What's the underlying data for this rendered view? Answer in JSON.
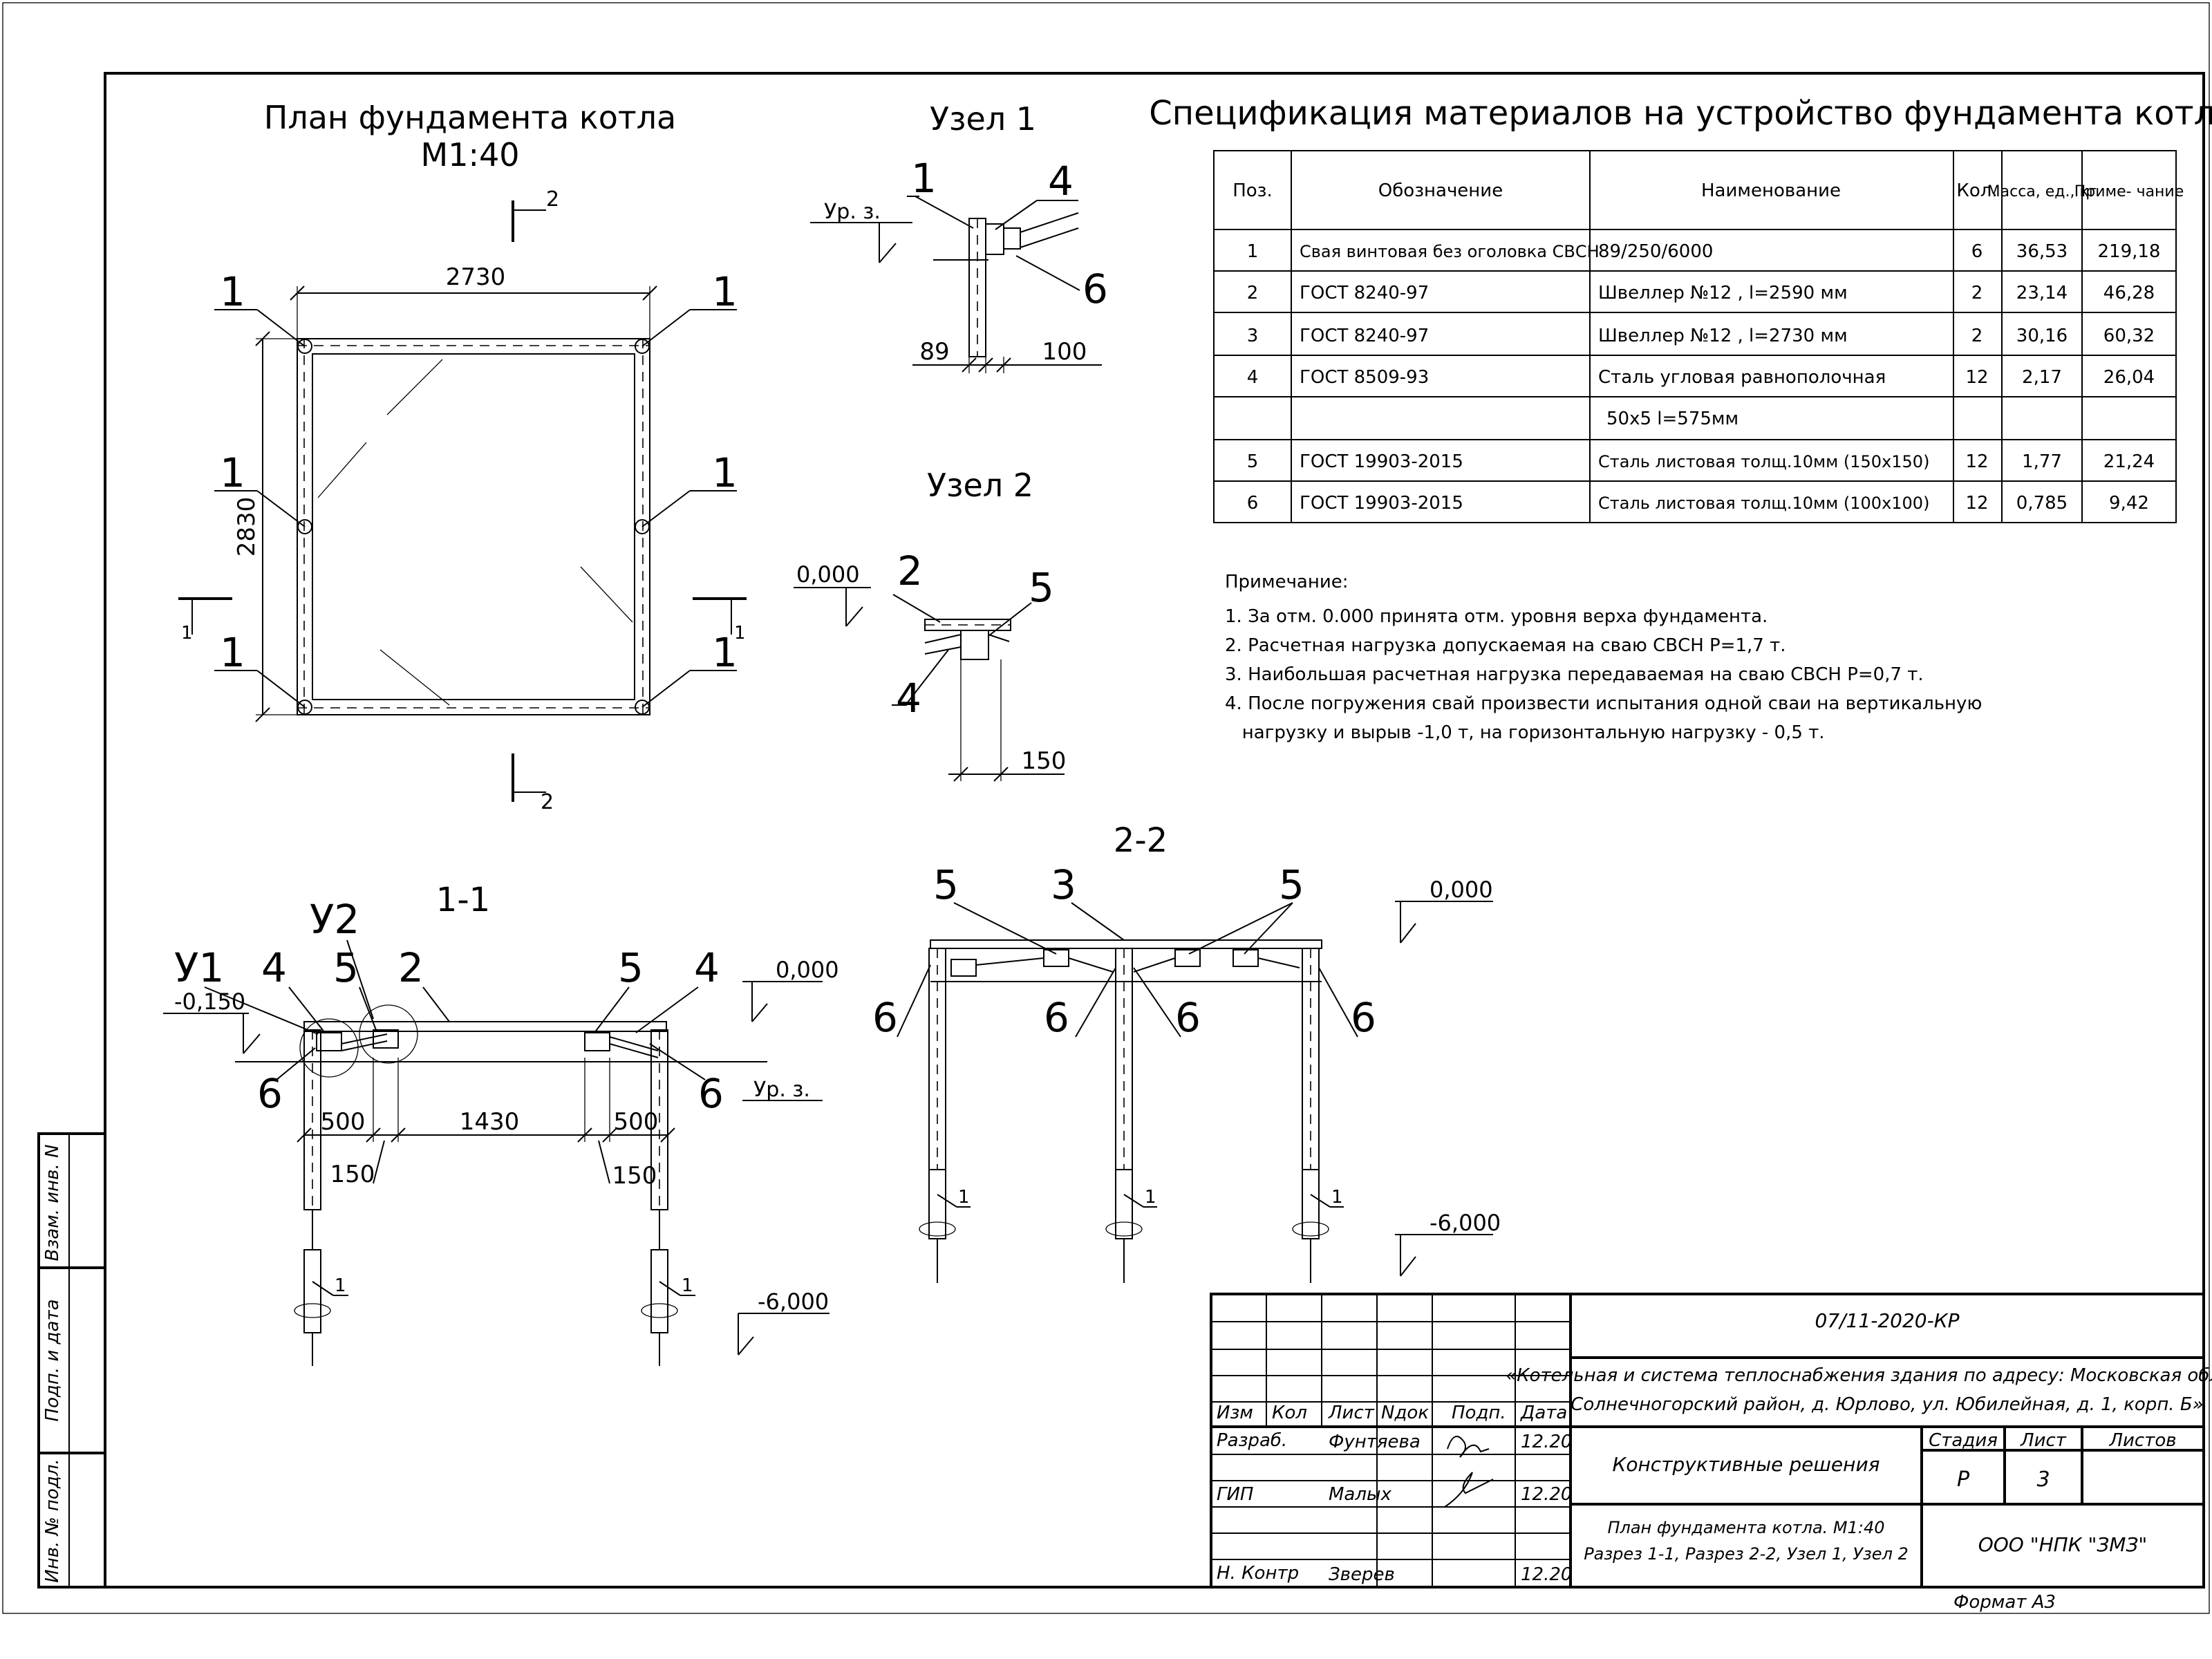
{
  "plan": {
    "title": "План фундамента котла",
    "scale": "М1:40",
    "dims": {
      "width": "2730",
      "height": "2830"
    },
    "pile_label": "1",
    "section_marks": {
      "s1": "1",
      "s2": "2"
    }
  },
  "node1": {
    "title": "Узел 1",
    "labels": {
      "a": "1",
      "b": "4",
      "c": "6"
    },
    "level_label": "Ур. з.",
    "dims": {
      "a": "89",
      "b": "100"
    }
  },
  "node2": {
    "title": "Узел 2",
    "level": "0,000",
    "labels": {
      "a": "2",
      "b": "5",
      "c": "4"
    },
    "dim": "150"
  },
  "section11": {
    "title": "1-1",
    "labels": {
      "u1": "У1",
      "u2": "У2",
      "p4": "4",
      "p5": "5",
      "p2": "2",
      "p6": "6",
      "pile": "1"
    },
    "levels": {
      "top": "0,000",
      "ground_offset": "-0,150",
      "ground": "Ур. з.",
      "bottom": "-6,000"
    },
    "dims": {
      "d500": "500",
      "d1430": "1430",
      "d150": "150"
    }
  },
  "section22": {
    "title": "2-2",
    "labels": {
      "p5": "5",
      "p3": "3",
      "p6": "6",
      "pile": "1"
    },
    "levels": {
      "top": "0,000",
      "bottom": "-6,000"
    }
  },
  "spec": {
    "title": "Спецификация материалов на устройство фундамента котла",
    "headers": [
      "Поз.",
      "Обозначение",
      "Наименование",
      "Кол.",
      "Масса, ед., кг",
      "Приме- чание"
    ],
    "rows": [
      [
        "1",
        "Свая винтовая без оголовка СВСН",
        "89/250/6000",
        "6",
        "36,53",
        "219,18"
      ],
      [
        "2",
        "ГОСТ 8240-97",
        "Швеллер №12 , l=2590 мм",
        "2",
        "23,14",
        "46,28"
      ],
      [
        "3",
        "ГОСТ 8240-97",
        "Швеллер №12 , l=2730 мм",
        "2",
        "30,16",
        "60,32"
      ],
      [
        "4",
        "ГОСТ 8509-93",
        "Сталь угловая равнополочная",
        "12",
        "2,17",
        "26,04"
      ],
      [
        "",
        "",
        "50х5 l=575мм",
        "",
        "",
        ""
      ],
      [
        "5",
        "ГОСТ 19903-2015",
        "Сталь листовая толщ.10мм (150х150)",
        "12",
        "1,77",
        "21,24"
      ],
      [
        "6",
        "ГОСТ 19903-2015",
        "Сталь листовая толщ.10мм (100х100)",
        "12",
        "0,785",
        "9,42"
      ]
    ]
  },
  "notes": {
    "title": "Примечание:",
    "items": [
      "1. За отм. 0.000 принята отм. уровня верха фундамента.",
      "2. Расчетная нагрузка допускаемая на сваю СВСН  Р=1,7 т.",
      "3. Наибольшая расчетная нагрузка передаваемая на сваю СВСН   Р=0,7 т.",
      "4. После погружения свай произвести испытания одной сваи на вертикальную",
      "   нагрузку и вырыв -1,0 т, на горизонтальную нагрузку - 0,5 т."
    ]
  },
  "stamp": {
    "code": "07/11-2020-КР",
    "project_line1": "«Котельная и система теплоснабжения здания по адресу: Московская область,",
    "project_line2": "Солнечногорский район, д. Юрлово, ул. Юбилейная, д. 1, корп. Б»",
    "col_headers": [
      "Изм",
      "Кол",
      "Лист",
      "Nдок",
      "Подп.",
      "Дата"
    ],
    "people": [
      {
        "role": "Разраб.",
        "name": "Фунтяева",
        "date": "12.20"
      },
      {
        "role": "ГИП",
        "name": "Малых",
        "date": "12.20"
      },
      {
        "role": "Н. Контр",
        "name": "Зверев",
        "date": "12.20"
      }
    ],
    "section_name": "Конструктивные решения",
    "stage_header": "Стадия",
    "sheet_header": "Лист",
    "sheets_header": "Листов",
    "stage": "Р",
    "sheet": "3",
    "drawing_name_line1": "План фундамента котла. М1:40",
    "drawing_name_line2": "Разрез 1-1, Разрез 2-2, Узел 1, Узел 2",
    "company": "ООО \"НПК \"ЗМЗ\"",
    "format": "Формат А3"
  },
  "side_stamp": {
    "vzam": "Взам. инв. N",
    "podp": "Подп. и дата",
    "inv": "Инв. № подл."
  }
}
